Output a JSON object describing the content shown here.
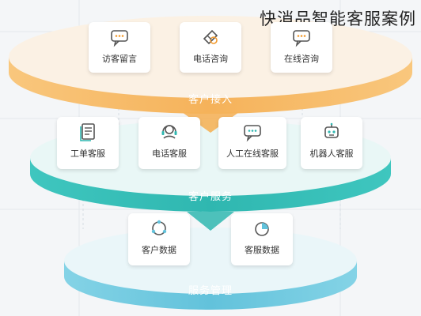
{
  "title": "快消品智能客服案例",
  "colors": {
    "top_ring": "#f5b860",
    "mid_ring": "#35c0b8",
    "bottom_ring": "#6fc9df",
    "icon_blue": "#3f7fd0",
    "icon_orange": "#f29a2e"
  },
  "layers": {
    "top": {
      "label": "客户接入",
      "items": [
        "访客留言",
        "电话咨询",
        "在线咨询"
      ]
    },
    "middle": {
      "label": "客户服务",
      "items": [
        "工单客服",
        "电话客服",
        "人工在线客服",
        "机器人客服"
      ]
    },
    "bottom": {
      "label": "服务管理",
      "items": [
        "客户数据",
        "客服数据"
      ]
    }
  },
  "icons": {
    "top": [
      "chat-bubble-icon",
      "phone-wrench-icon",
      "chat-bubble-icon"
    ],
    "middle": [
      "document-icon",
      "headset-icon",
      "chat-bubble-icon",
      "robot-icon"
    ],
    "bottom": [
      "cycle-icon",
      "pie-chart-icon"
    ]
  }
}
